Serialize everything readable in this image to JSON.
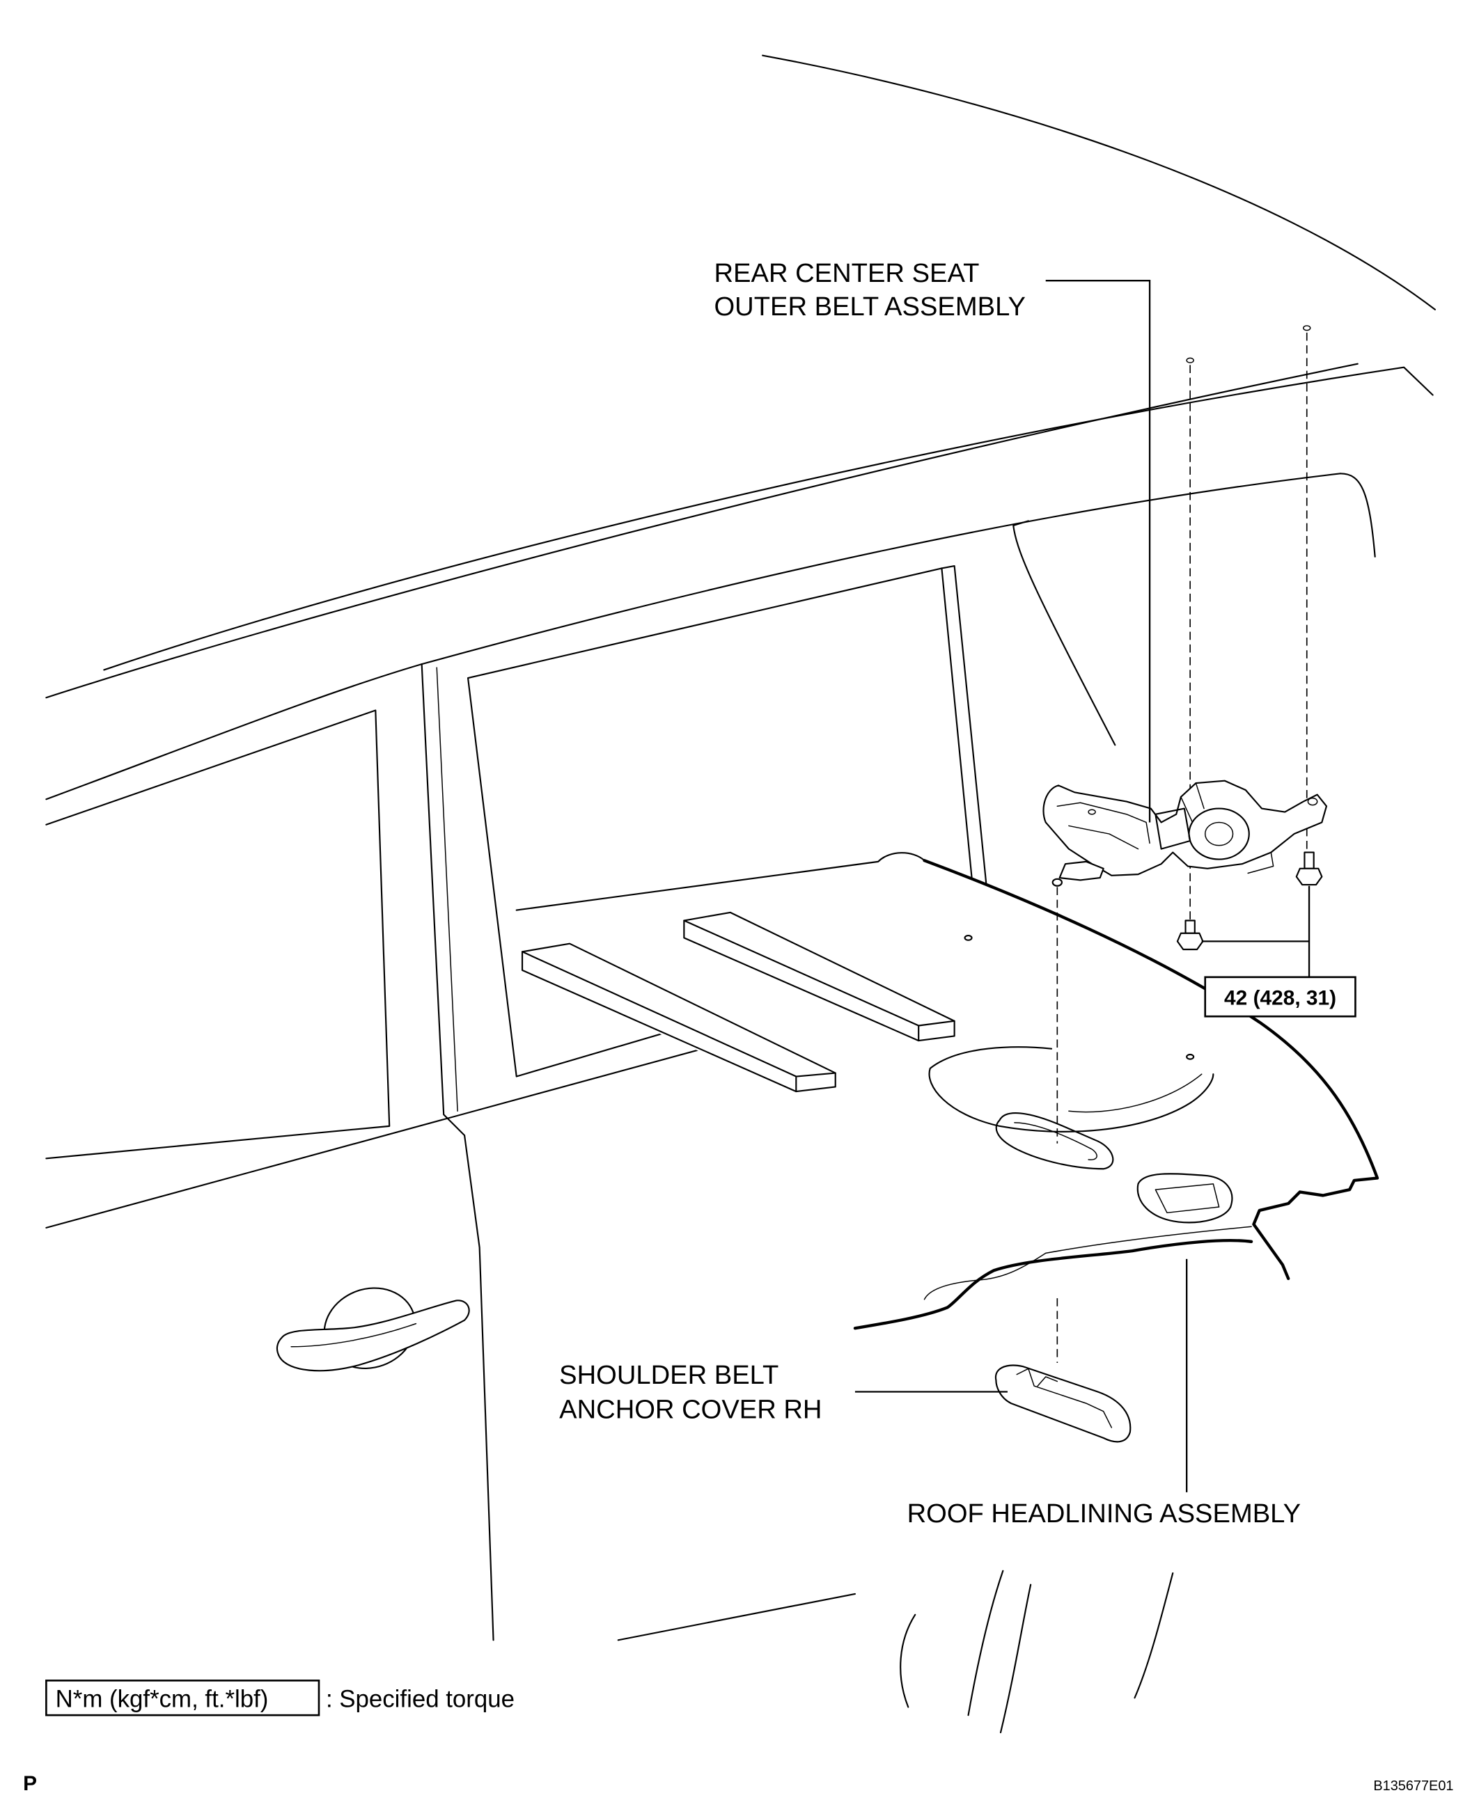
{
  "colors": {
    "ink": "#000000",
    "paper": "#ffffff"
  },
  "callouts": {
    "rear_center_seat_outer_belt": {
      "line1": "REAR CENTER SEAT",
      "line2": "OUTER BELT ASSEMBLY"
    },
    "shoulder_belt_anchor_cover": {
      "line1": "SHOULDER BELT",
      "line2": "ANCHOR COVER RH"
    },
    "roof_headlining": {
      "line1": "ROOF HEADLINING ASSEMBLY"
    }
  },
  "torque_spec": {
    "value": "42 (428, 31)"
  },
  "legend": {
    "units_box": "N*m (kgf*cm, ft.*lbf)",
    "description": ": Specified torque"
  },
  "footer": {
    "section_letter": "P",
    "figure_id": "B135677E01"
  }
}
